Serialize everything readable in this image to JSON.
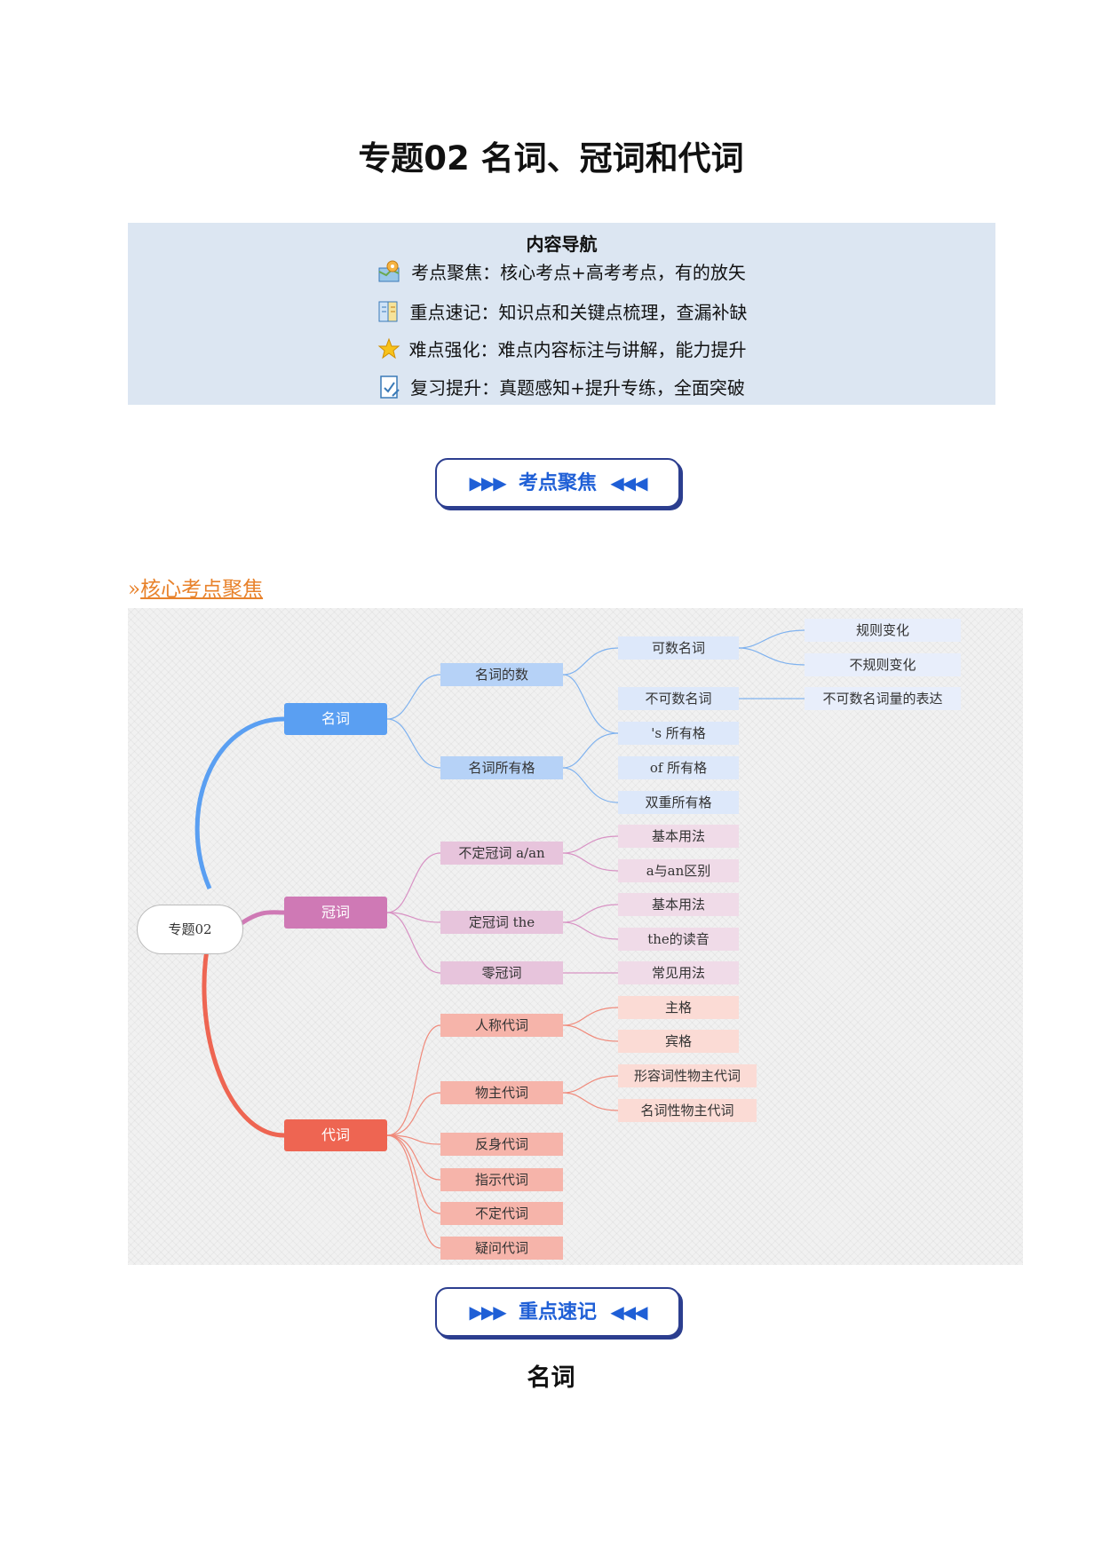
{
  "page": {
    "title": "专题02 名词、冠词和代词"
  },
  "nav": {
    "title": "内容导航",
    "items": [
      {
        "icon": "map-pin-icon",
        "text": "考点聚焦：核心考点+高考考点，有的放矢"
      },
      {
        "icon": "book-icon",
        "text": "重点速记：知识点和关键点梳理，查漏补缺"
      },
      {
        "icon": "star-icon",
        "text": "难点强化：难点内容标注与讲解，能力提升"
      },
      {
        "icon": "checklist-icon",
        "text": "复习提升：真题感知+提升专练，全面突破"
      }
    ]
  },
  "banners": {
    "focus": "考点聚焦",
    "memo": "重点速记"
  },
  "section": {
    "marker": "»",
    "label": "核心考点聚焦"
  },
  "mindmap": {
    "root": "专题02",
    "noun": {
      "label": "名词",
      "number": {
        "label": "名词的数",
        "countable": {
          "label": "可数名词",
          "regular": "规则变化",
          "irregular": "不规则变化"
        },
        "uncountable": {
          "label": "不可数名词",
          "expression": "不可数名词量的表达"
        }
      },
      "possessive": {
        "label": "名词所有格",
        "items": [
          "'s 所有格",
          "of 所有格",
          "双重所有格"
        ]
      }
    },
    "article": {
      "label": "冠词",
      "indefinite": {
        "label": "不定冠词 a/an",
        "items": [
          "基本用法",
          "a与an区别"
        ]
      },
      "definite": {
        "label": "定冠词 the",
        "items": [
          "基本用法",
          "the的读音"
        ]
      },
      "zero": {
        "label": "零冠词",
        "items": [
          "常见用法"
        ]
      }
    },
    "pronoun": {
      "label": "代词",
      "personal": {
        "label": "人称代词",
        "items": [
          "主格",
          "宾格"
        ]
      },
      "possessive": {
        "label": "物主代词",
        "items": [
          "形容词性物主代词",
          "名词性物主代词"
        ]
      },
      "others": [
        "反身代词",
        "指示代词",
        "不定代词",
        "疑问代词"
      ]
    }
  },
  "subheading": "名词",
  "colors": {
    "noun": "#5a9ff2",
    "article": "#cf79b5",
    "pronoun": "#ee6552",
    "banner_text": "#1f5fd6",
    "section": "#e8822b"
  }
}
